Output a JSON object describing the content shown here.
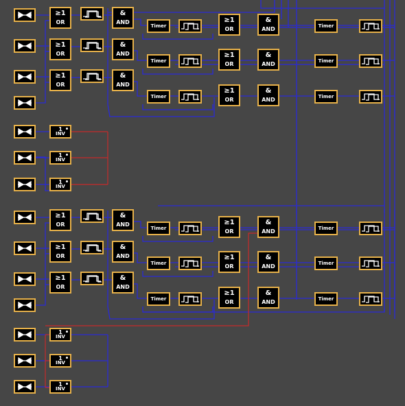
{
  "labels": {
    "or_symbol": "≥1",
    "or_text": "OR",
    "and_symbol": "&",
    "and_text": "AND",
    "inv_symbol": "1",
    "inv_text": "INV",
    "timer_text": "Timer"
  },
  "colors": {
    "background": "#464646",
    "block_border": "#e8b24a",
    "block_fill": "#000000",
    "signal_wire": "#2a2ad8",
    "inverted_wire": "#c82a2a"
  },
  "icons": {
    "io_block": "input-output-arrows-icon",
    "pulse_block": "pulse-waveform-icon",
    "on_delay_block": "on-delay-waveform-icon"
  }
}
